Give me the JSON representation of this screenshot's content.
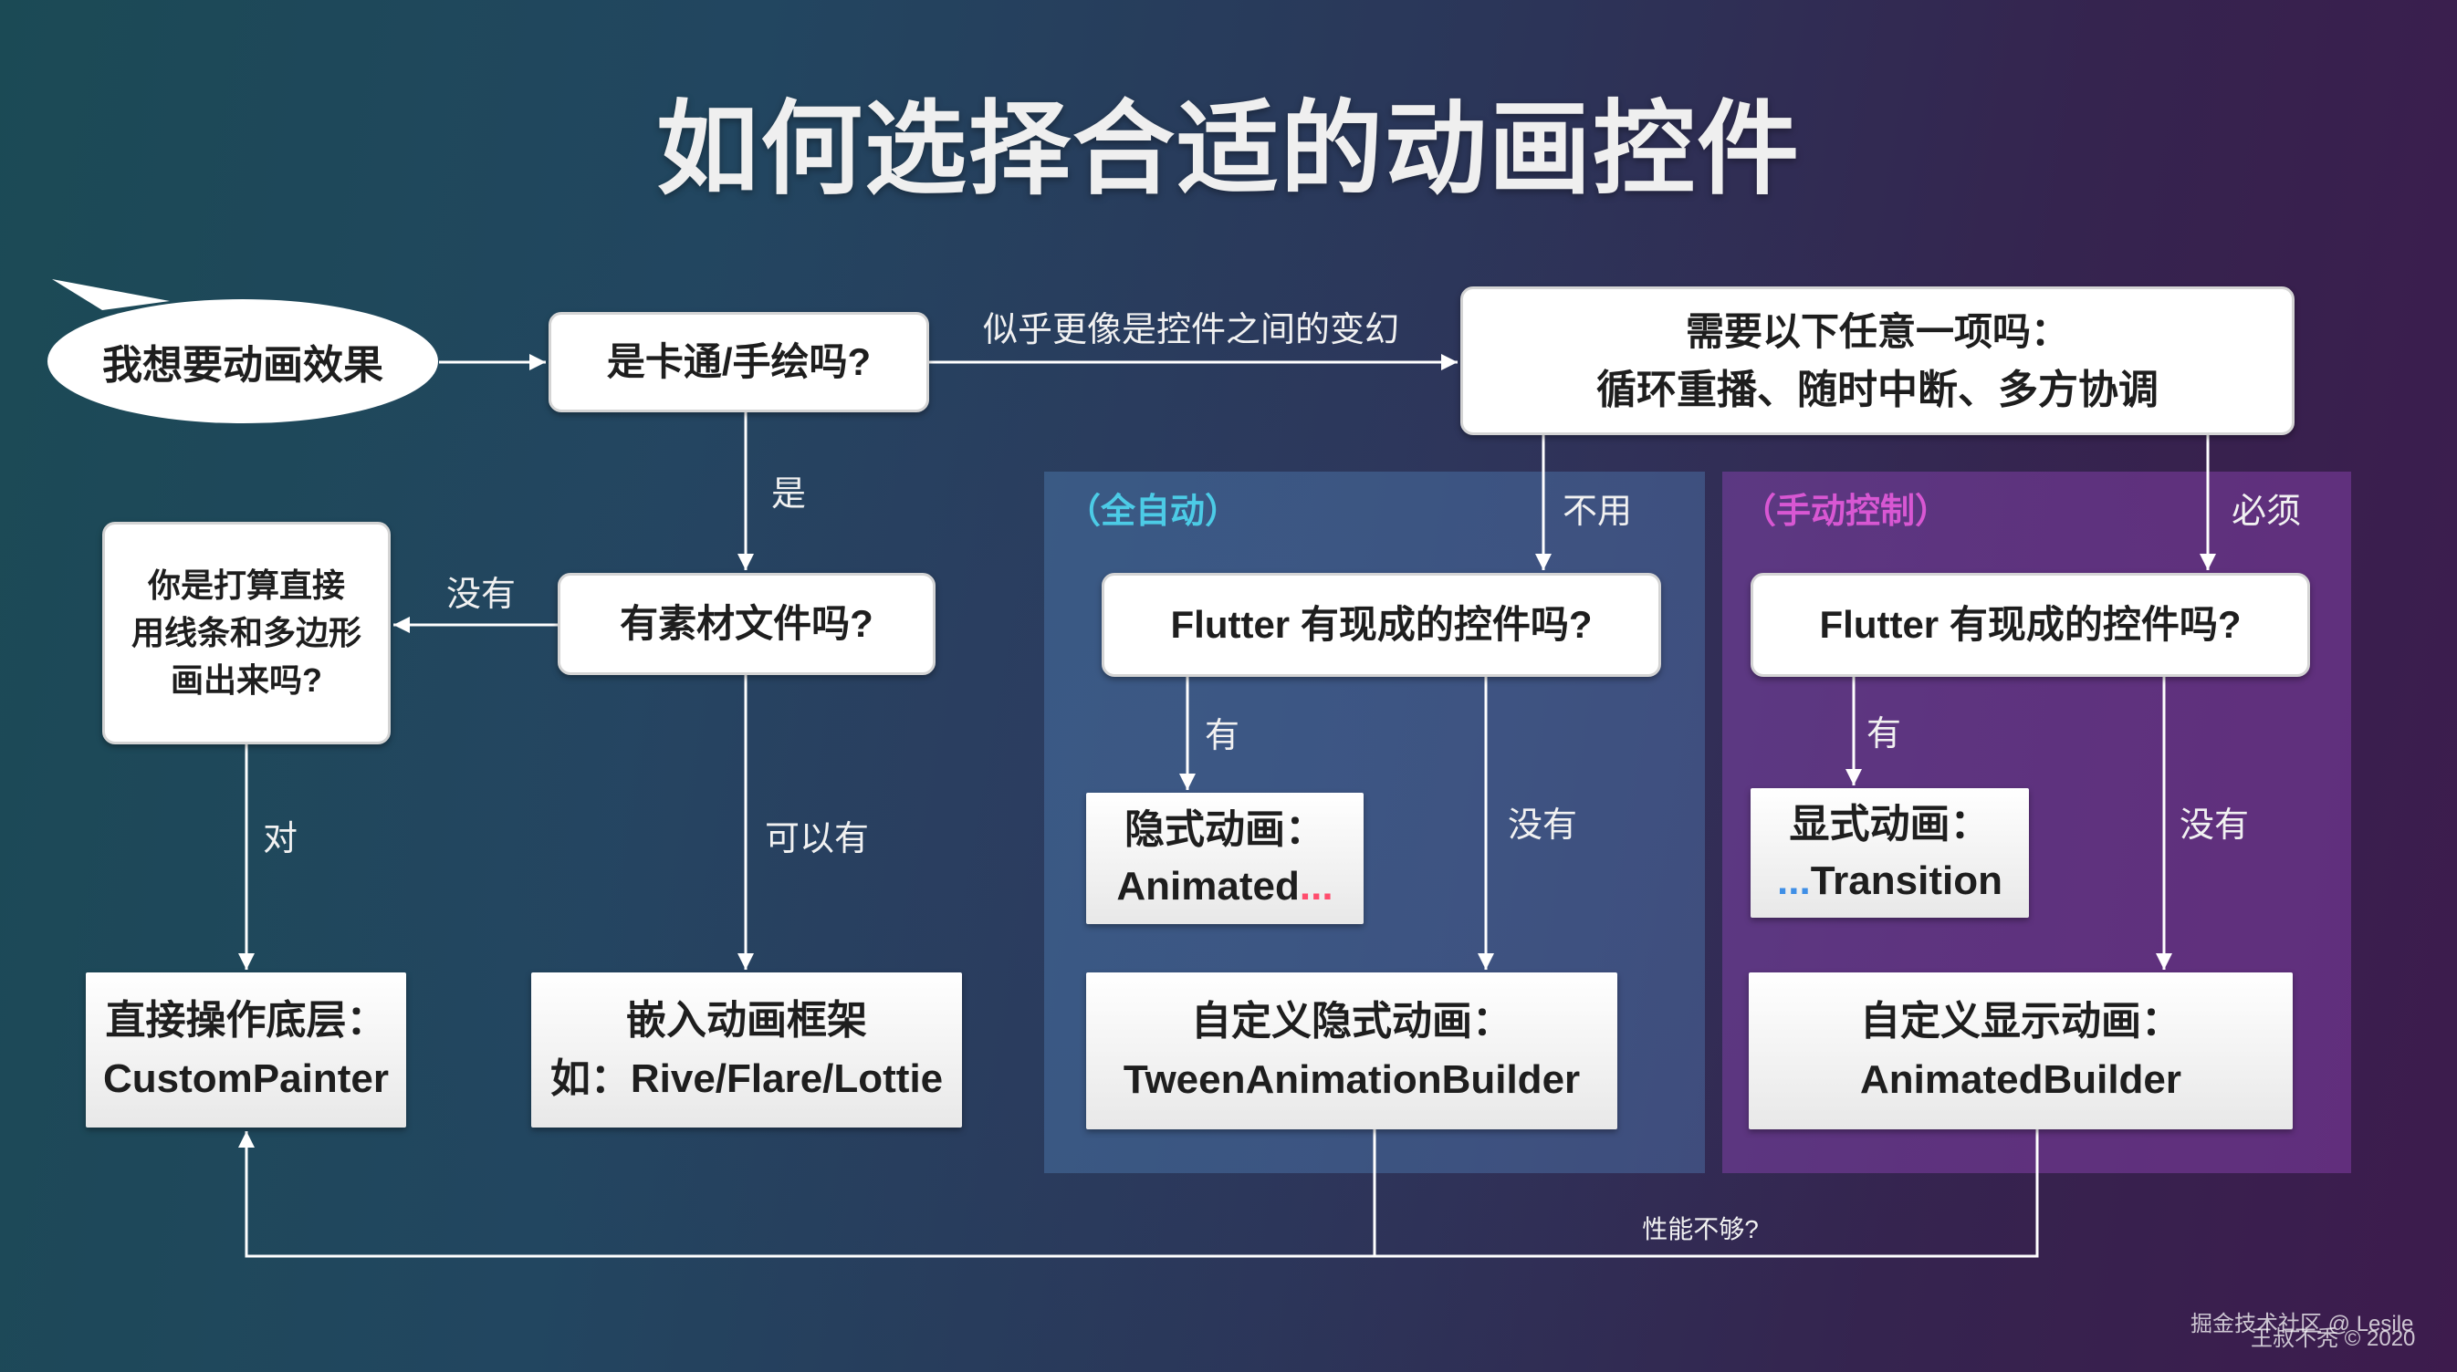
{
  "title": "如何选择合适的动画控件",
  "start_bubble": "我想要动画效果",
  "questions": {
    "is_cartoon": "是卡通/手绘吗?",
    "need_any": {
      "line1": "需要以下任意一项吗：",
      "line2": "循环重播、随时中断、多方协调"
    },
    "has_assets": "有素材文件吗?",
    "draw_directly": {
      "line1": "你是打算直接",
      "line2": "用线条和多边形",
      "line3": "画出来吗?"
    },
    "flutter_auto": "Flutter 有现成的控件吗?",
    "flutter_manual": "Flutter 有现成的控件吗?"
  },
  "results": {
    "custom_painter": {
      "line1": "直接操作底层：",
      "line2": "CustomPainter"
    },
    "embed_framework": {
      "line1": "嵌入动画框架",
      "line2": "如：Rive/Flare/Lottie"
    },
    "implicit": {
      "line1": "隐式动画：",
      "word": "Animated",
      "ellipsis": "..."
    },
    "custom_implicit": {
      "line1": "自定义隐式动画：",
      "line2": "TweenAnimationBuilder"
    },
    "explicit": {
      "line1": "显式动画：",
      "ellipsis": "...",
      "word": "Transition"
    },
    "custom_explicit": {
      "line1": "自定义显示动画：",
      "line2": "AnimatedBuilder"
    }
  },
  "panels": {
    "auto": {
      "label": "（全自动）",
      "accent": "#4ccbe6"
    },
    "manual": {
      "label": "（手动控制）",
      "accent": "#d857d3"
    }
  },
  "edge_labels": {
    "cartoon_to_need_any": "似乎更像是控件之间的变幻",
    "cartoon_yes": "是",
    "assets_no": "没有",
    "draw_yes": "对",
    "assets_maybe": "可以有",
    "need_any_no": "不用",
    "need_any_must": "必须",
    "auto_has": "有",
    "auto_none": "没有",
    "manual_has": "有",
    "manual_none": "没有",
    "performance_feedback": "性能不够?"
  },
  "colors": {
    "implicit_ellipsis": "#ff4d6d",
    "explicit_ellipsis": "#3f8fe6"
  },
  "watermark": {
    "platform": "掘金技术社区 @ Lesile",
    "author": "王叔不秃 © 2020"
  }
}
